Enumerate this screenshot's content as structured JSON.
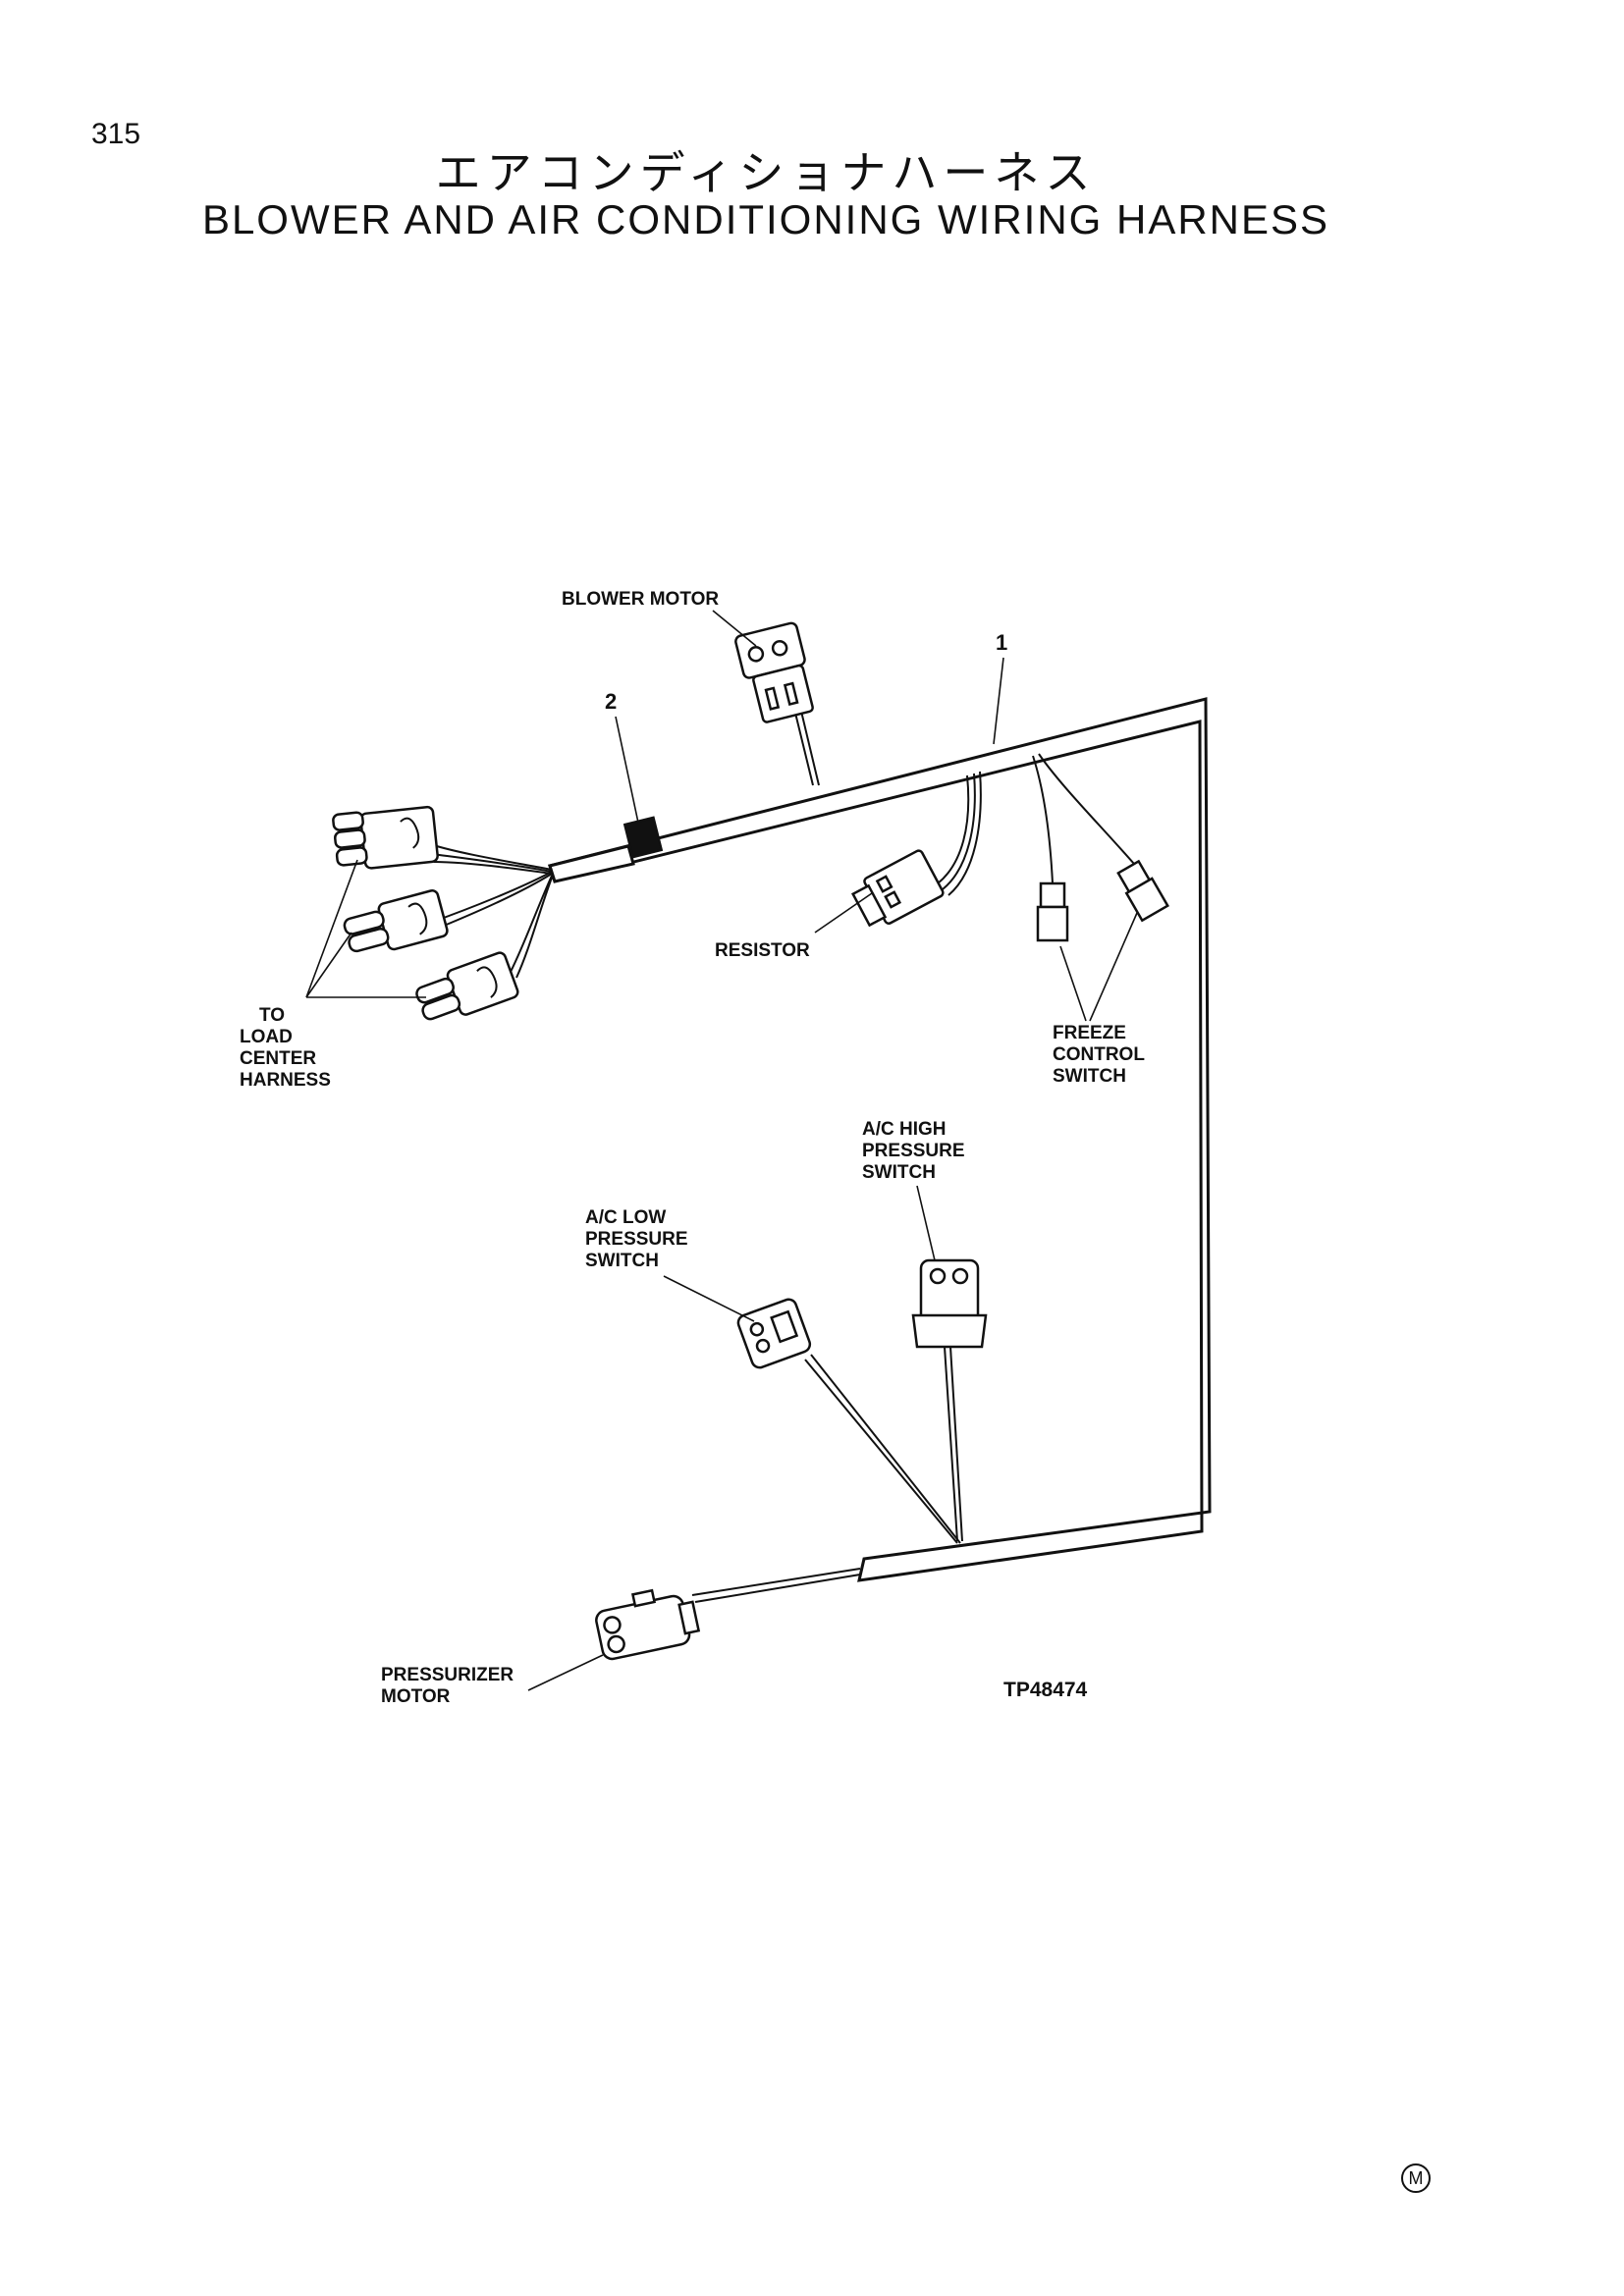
{
  "page_number": "315",
  "title_japanese": "エアコンディショナハーネス",
  "title_english": "BLOWER AND AIR CONDITIONING WIRING HARNESS",
  "callouts": {
    "item_1": "1",
    "item_2": "2"
  },
  "labels": {
    "blower_motor": "BLOWER MOTOR",
    "resistor": "RESISTOR",
    "to_load_center_harness": [
      "TO",
      "LOAD",
      "CENTER",
      "HARNESS"
    ],
    "freeze_control_switch": [
      "FREEZE",
      "CONTROL",
      "SWITCH"
    ],
    "ac_high_pressure_switch": [
      "A/C HIGH",
      "PRESSURE",
      "SWITCH"
    ],
    "ac_low_pressure_switch": [
      "A/C LOW",
      "PRESSURE",
      "SWITCH"
    ],
    "pressurizer_motor": [
      "PRESSURIZER",
      "MOTOR"
    ]
  },
  "figure_code": "TP48474",
  "corner_mark": "M"
}
